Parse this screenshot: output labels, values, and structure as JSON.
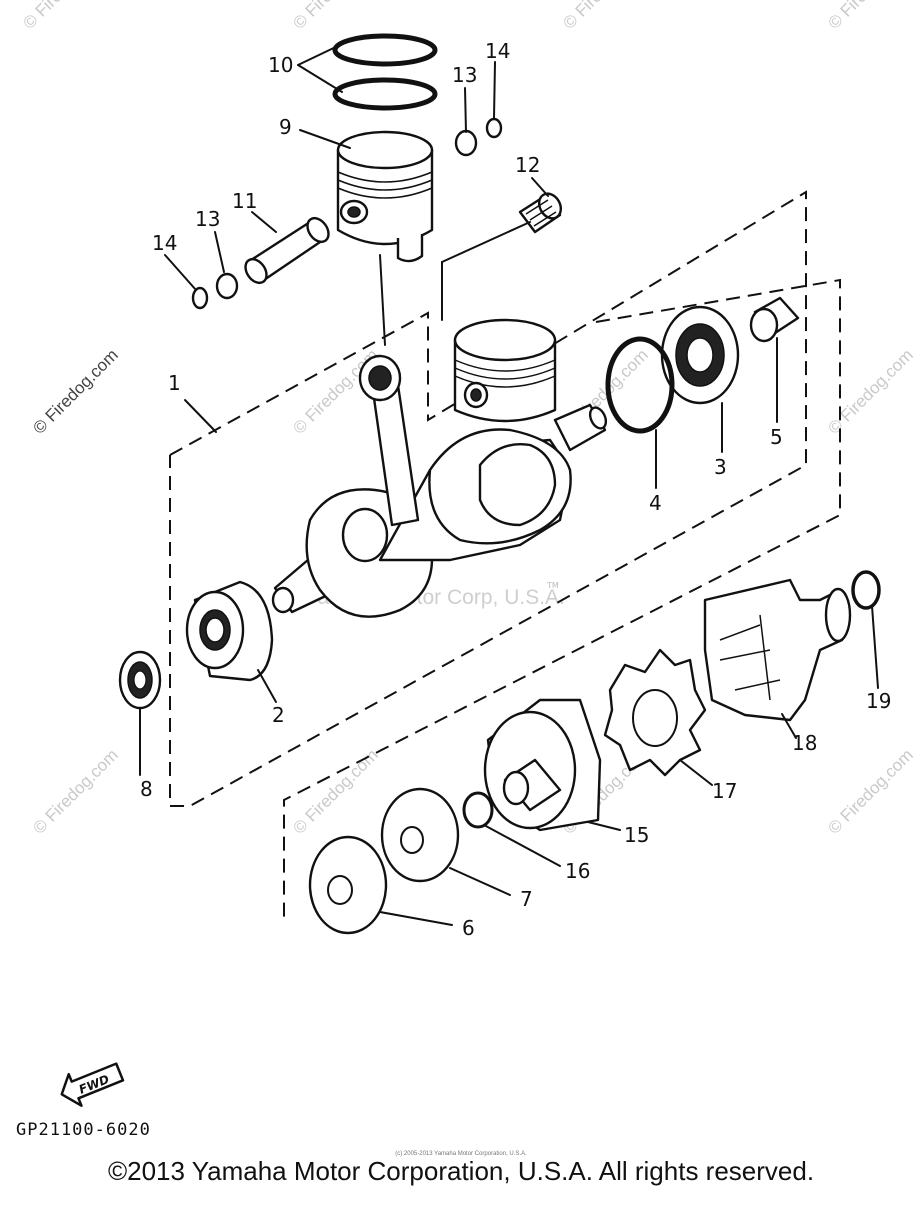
{
  "watermarks": {
    "site": "© Firedog.com",
    "main": "Yamaha Motor Corp, U.S.A."
  },
  "callouts": [
    {
      "id": "c1",
      "label": "1"
    },
    {
      "id": "c2",
      "label": "2"
    },
    {
      "id": "c3",
      "label": "3"
    },
    {
      "id": "c4",
      "label": "4"
    },
    {
      "id": "c5",
      "label": "5"
    },
    {
      "id": "c6",
      "label": "6"
    },
    {
      "id": "c7",
      "label": "7"
    },
    {
      "id": "c8",
      "label": "8"
    },
    {
      "id": "c9",
      "label": "9"
    },
    {
      "id": "c10",
      "label": "10"
    },
    {
      "id": "c11",
      "label": "11"
    },
    {
      "id": "c12",
      "label": "12"
    },
    {
      "id": "c13a",
      "label": "13"
    },
    {
      "id": "c13b",
      "label": "13"
    },
    {
      "id": "c14a",
      "label": "14"
    },
    {
      "id": "c14b",
      "label": "14"
    },
    {
      "id": "c15",
      "label": "15"
    },
    {
      "id": "c16",
      "label": "16"
    },
    {
      "id": "c17",
      "label": "17"
    },
    {
      "id": "c18",
      "label": "18"
    },
    {
      "id": "c19",
      "label": "19"
    }
  ],
  "fwd_label": "FWD",
  "tm": "TM",
  "drawing_id": "GP21100-6020",
  "copyright_small": "(c) 2005-2013 Yamaha Motor Corporation, U.S.A.",
  "copyright": "©2013 Yamaha Motor Corporation, U.S.A. All rights reserved."
}
